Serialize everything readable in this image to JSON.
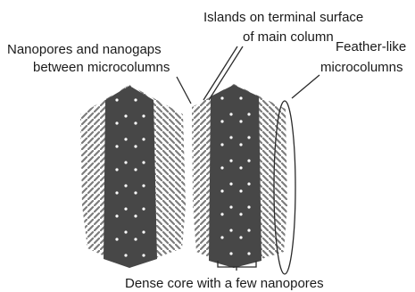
{
  "labels": {
    "islands_line1": "Islands on terminal surface",
    "islands_line2": "of main column",
    "nanopores_line1": "Nanopores and nanogaps",
    "nanopores_line2": "between microcolumns",
    "feather_line1": "Feather-like",
    "feather_line2": "microcolumns",
    "core_line1": "Dense core with a few nanopores"
  },
  "colors": {
    "column": "#4a4a4a",
    "column_dark": "#2e2e2e",
    "feather": "#9a9a9a",
    "pore": "#ffffff",
    "line": "#2a2a2a"
  }
}
